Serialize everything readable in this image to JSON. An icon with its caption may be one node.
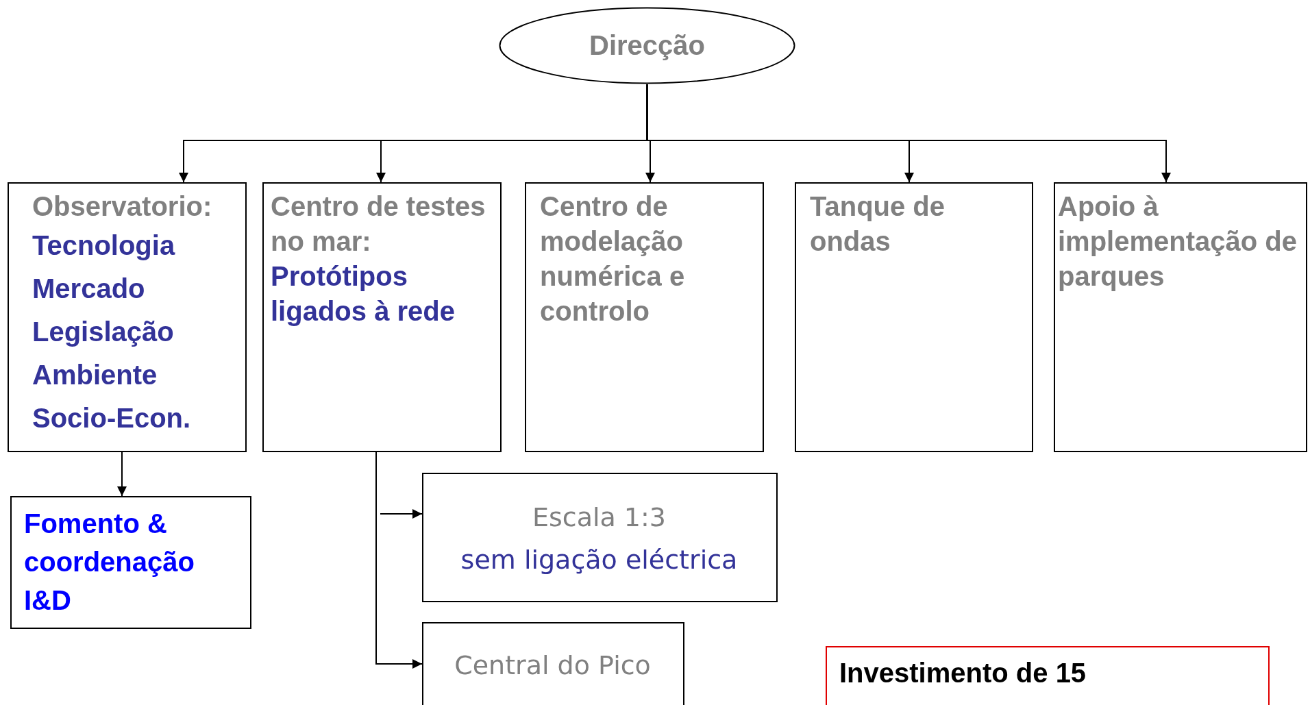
{
  "diagram": {
    "nodes": [
      {
        "text": [
          "Direcção"
        ]
      },
      {
        "text": [
          "Observatorio:",
          "Tecnologia",
          "Mercado",
          "Legislação",
          "Ambiente",
          "Socio-Econ."
        ]
      },
      {
        "text": [
          "Centro de testes no mar:",
          "Protótipos ligados à rede"
        ]
      },
      {
        "text": [
          "Centro de modelação numérica e controlo"
        ]
      },
      {
        "text": [
          "Tanque de ondas"
        ]
      },
      {
        "text": [
          "Apoio à implementação de parques"
        ]
      },
      {
        "text": [
          "Fomento & coordenação I&D"
        ]
      },
      {
        "text": [
          "Escala 1:3",
          "sem ligação eléctrica"
        ]
      },
      {
        "text": [
          "Central do Pico"
        ]
      },
      {
        "text": [
          "Investimento de 15"
        ]
      }
    ],
    "edges": [
      {
        "from": 0,
        "to": 1,
        "arrow": "to"
      },
      {
        "from": 0,
        "to": 2,
        "arrow": "to"
      },
      {
        "from": 0,
        "to": 3,
        "arrow": "to"
      },
      {
        "from": 0,
        "to": 4,
        "arrow": "to"
      },
      {
        "from": 0,
        "to": 5,
        "arrow": "to"
      },
      {
        "from": 1,
        "to": 6,
        "arrow": "to"
      },
      {
        "from": null,
        "to": 7,
        "arrow": "to"
      },
      {
        "from": 2,
        "to": 8,
        "arrow": "to"
      }
    ]
  }
}
